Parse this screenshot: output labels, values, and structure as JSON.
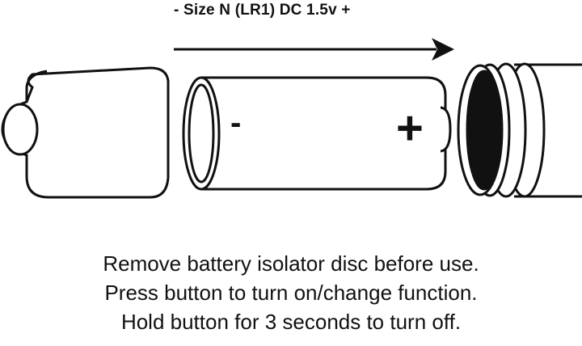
{
  "heading": "- Size N (LR1) DC 1.5v +",
  "battery": {
    "minus_symbol": "-",
    "plus_symbol": "+"
  },
  "instructions": [
    "Remove battery isolator disc before use.",
    "Press button to turn on/change function.",
    "Hold button for 3 seconds to turn off."
  ],
  "icons": {
    "end_cap": "end-cap-icon",
    "battery": "battery-icon",
    "device_body": "device-body-icon",
    "arrow": "arrow-right-icon"
  },
  "colors": {
    "line": "#111111",
    "background": "#ffffff"
  }
}
